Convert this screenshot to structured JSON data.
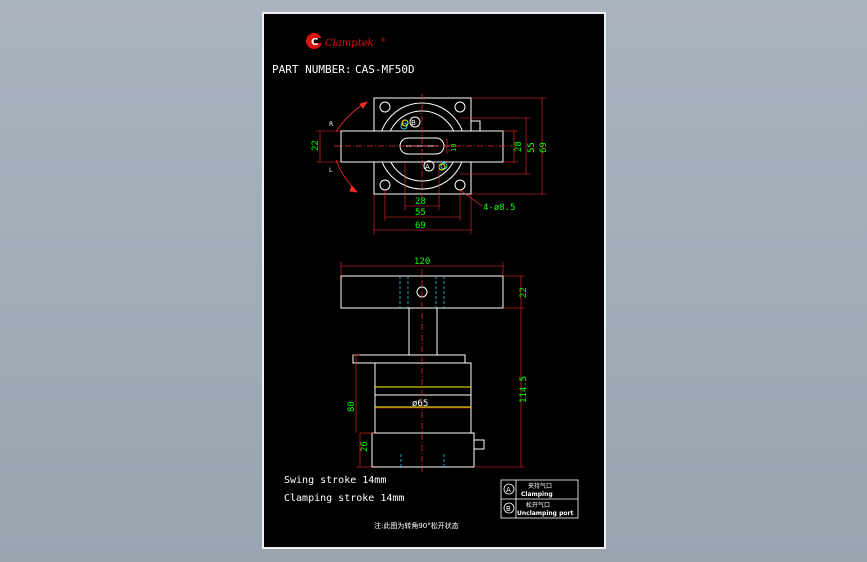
{
  "brand": {
    "name": "Clamptek",
    "mark": "C",
    "registered": "®"
  },
  "part": {
    "label": "PART NUMBER:",
    "number": "CAS-MF50D"
  },
  "top_view": {
    "dims": {
      "d22": "22",
      "d10": "10",
      "d28v": "28",
      "d55v": "55",
      "d69v": "69",
      "d28h": "28",
      "d55h": "55",
      "d69h": "69",
      "holes": "4-ø8.5"
    },
    "rotation": {
      "right": "R",
      "left": "L"
    },
    "ports": {
      "a": "A",
      "b": "B"
    }
  },
  "side_view": {
    "dims": {
      "d120": "120",
      "d22": "22",
      "d1145": "114.5",
      "d80": "80",
      "d26": "26",
      "d65": "ø65"
    }
  },
  "notes": {
    "swing": "Swing stroke 14mm",
    "clamp": "Clamping stroke 14mm",
    "footnote": "注:此图为转角90°松开状态"
  },
  "legend": {
    "a_symbol": "A",
    "a_cn": "夹持气口",
    "a_en": "Clamping",
    "b_symbol": "B",
    "b_cn": "松开气口",
    "b_en": "Unclamping port"
  },
  "colors": {
    "line": "#ffffff",
    "dim": "#ff2a2a",
    "text": "#00ff00",
    "hidden": "#22c6e6",
    "accent": "#ffff00",
    "center": "#ff2a2a"
  }
}
